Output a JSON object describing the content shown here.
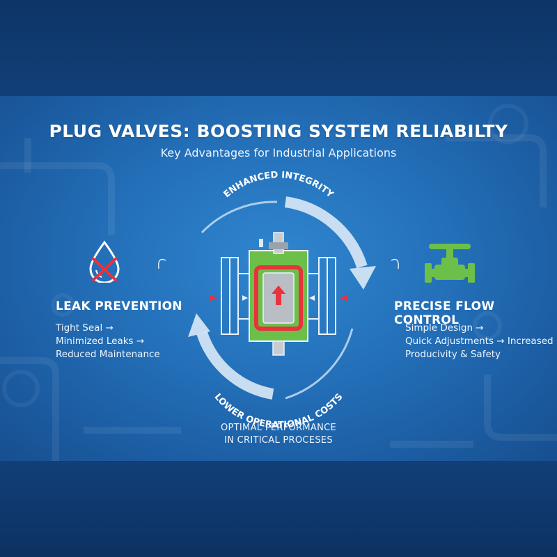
{
  "header": {
    "title": "PLUG VALVES: BOOSTING SYSTEM RELIABILTY",
    "subtitle": "Key Advantages for Industrial Applications"
  },
  "cycle": {
    "top_label": "ENHANCED INTEGRITY",
    "bottom_label": "LOWER OPERATIONAL COSTS"
  },
  "left": {
    "title": "LEAK PREVENTION",
    "lines": [
      "Tight Seal →",
      "Minimized Leaks →",
      "Reduced Maintenance"
    ],
    "icon": "leak-drop-crossed-icon"
  },
  "right": {
    "title": "PRECISE FLOW CONTROL",
    "lines": [
      "Simple Design →",
      "Quick Adjustments → Increased",
      "Producivity & Safety"
    ],
    "icon": "valve-handwheel-icon"
  },
  "bottom_note": {
    "line1": "OPTIMAL PERFORMANCE",
    "line2": "IN CRITICAL PROCESES"
  },
  "colors": {
    "green": "#6cc04a",
    "red": "#e8323c",
    "arrow_light": "#dce9f7",
    "panel": "#236fb8"
  }
}
